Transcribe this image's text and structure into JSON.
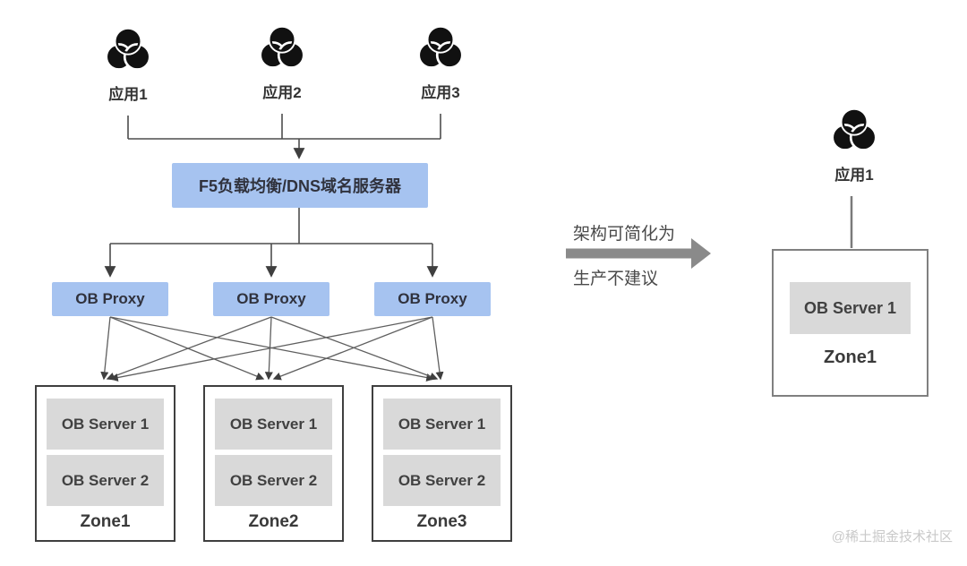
{
  "diagram": {
    "left": {
      "apps": [
        {
          "label": "应用1"
        },
        {
          "label": "应用2"
        },
        {
          "label": "应用3"
        }
      ],
      "load_balancer": {
        "label": "F5负载均衡/DNS域名服务器"
      },
      "proxies": [
        {
          "label": "OB Proxy"
        },
        {
          "label": "OB Proxy"
        },
        {
          "label": "OB Proxy"
        }
      ],
      "zones": [
        {
          "label": "Zone1",
          "servers": [
            "OB Server 1",
            "OB Server 2"
          ]
        },
        {
          "label": "Zone2",
          "servers": [
            "OB Server 1",
            "OB Server 2"
          ]
        },
        {
          "label": "Zone3",
          "servers": [
            "OB Server 1",
            "OB Server 2"
          ]
        }
      ]
    },
    "transition": {
      "top_label": "架构可简化为",
      "bottom_label": "生产不建议"
    },
    "right": {
      "app": {
        "label": "应用1"
      },
      "zone": {
        "label": "Zone1",
        "servers": [
          "OB Server 1"
        ]
      }
    },
    "watermark": "@稀土掘金技术社区",
    "colors": {
      "node_blue": "#a6c3f0",
      "server_gray": "#d9d9d9",
      "zone_border": "#3f3f3f",
      "wire": "#4d4d4d",
      "big_arrow_gray": "#8a8a8a"
    }
  }
}
